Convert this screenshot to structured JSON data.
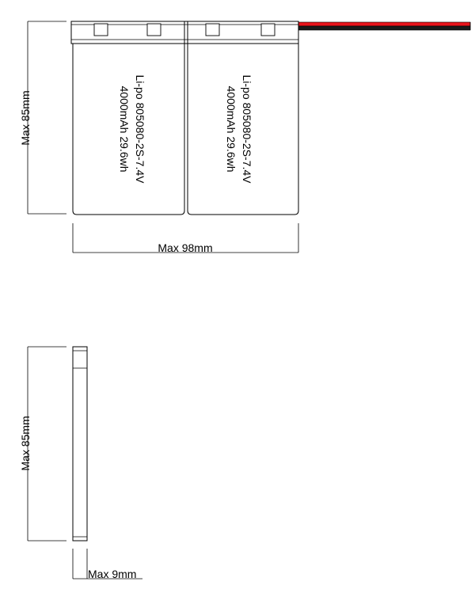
{
  "front_view": {
    "height_label": "Max 85mm",
    "width_label": "Max 98mm",
    "cells": [
      {
        "model": "Li-po 805080-2S-7.4V",
        "capacity": "4000mAh 29.6wh"
      },
      {
        "model": "Li-po 805080-2S-7.4V",
        "capacity": "4000mAh 29.6wh"
      }
    ],
    "lead_wires": [
      {
        "color": "#e8141b"
      },
      {
        "color": "#1a1a1a"
      }
    ]
  },
  "side_view": {
    "height_label": "Max 85mm",
    "thickness_label": "Max 9mm"
  },
  "colors": {
    "line": "#000000",
    "hatch": "#000000",
    "wire_red": "#e8141b",
    "wire_black": "#1a1a1a"
  }
}
